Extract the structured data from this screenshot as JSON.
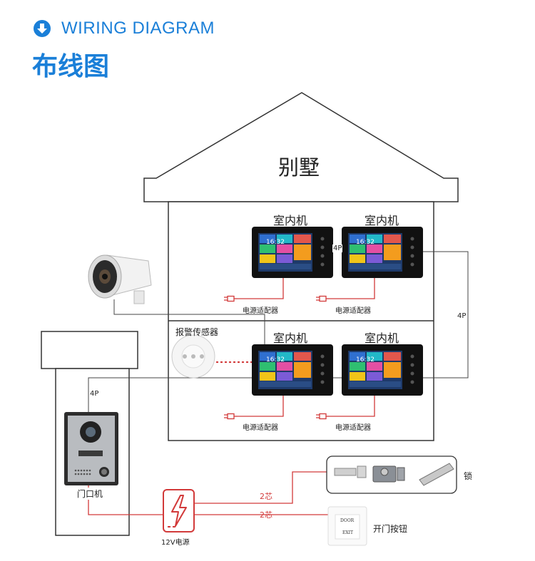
{
  "header": {
    "subtitle_en": "WIRING DIAGRAM",
    "title_cn": "布线图",
    "icon": "circle-down-arrow-icon"
  },
  "diagram": {
    "house_label": "别墅",
    "indoor_units": [
      {
        "label": "室内机",
        "screen_time": "16:32",
        "adapter": "电源适配器"
      },
      {
        "label": "室内机",
        "screen_time": "16:32",
        "adapter": "电源适配器"
      },
      {
        "label": "室内机",
        "screen_time": "16:32",
        "adapter": "电源适配器"
      },
      {
        "label": "室内机",
        "screen_time": "16:32",
        "adapter": "电源适配器"
      }
    ],
    "wire_4p_between": "4P",
    "wire_4p_right": "4P",
    "wire_4p_door": "4P",
    "alarm_sensor": "报警传感器",
    "door_station": "门口机",
    "power_supply": "12V电源",
    "wire_lock": "2芯",
    "wire_button": "2芯",
    "lock": "锁",
    "exit_button": "开门按钮",
    "exit_button_text_top": "DOOR",
    "exit_button_text_bottom": "EXIT",
    "colors": {
      "accent_blue": "#1a7fd8",
      "wire_red": "#d23a3a",
      "line_gray": "#444444"
    }
  }
}
